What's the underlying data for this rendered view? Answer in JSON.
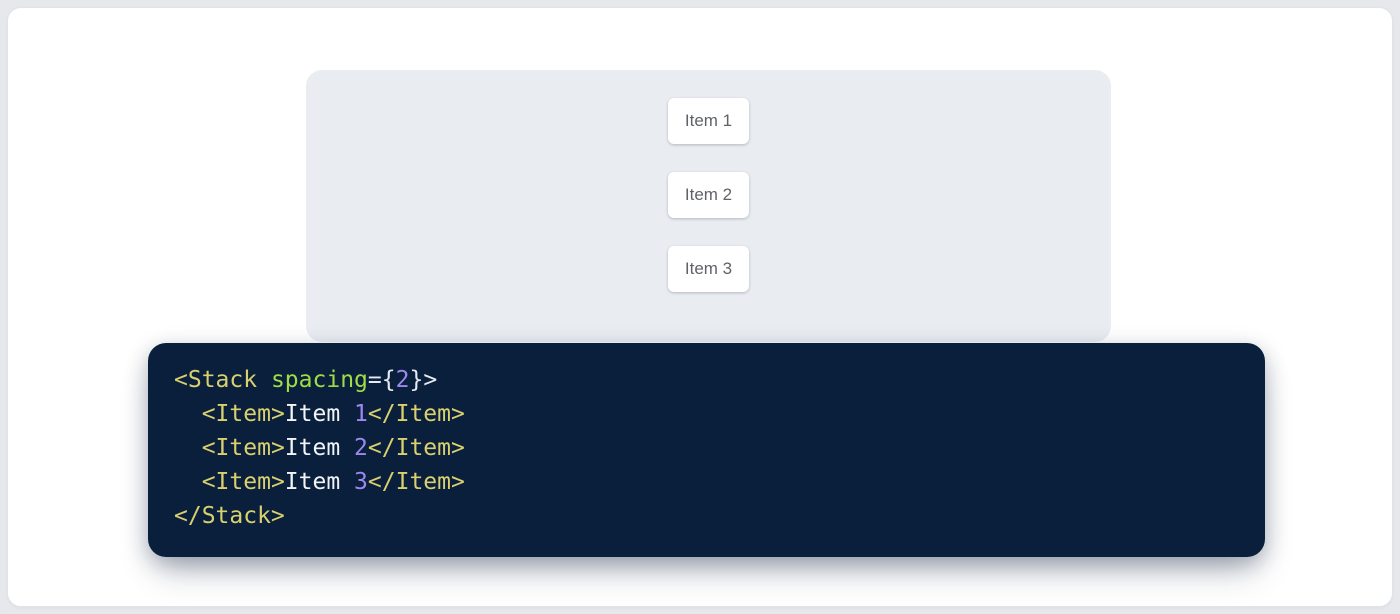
{
  "window": {
    "outer_background": "#e6e8ec",
    "card_background": "#ffffff",
    "card_border": "#e0e4e9"
  },
  "demo": {
    "panel_background": "#e9edf2",
    "item_text_color": "#5f6368",
    "items": [
      {
        "label": "Item 1"
      },
      {
        "label": "Item 2"
      },
      {
        "label": "Item 3"
      }
    ]
  },
  "code": {
    "background": "#0a1f3c",
    "colors": {
      "tag": "#d9d06e",
      "attr": "#a0dd45",
      "punct": "#e6ebf2",
      "number": "#9d87f1",
      "text": "#f2f4f7",
      "plain": "#f2f4f7"
    },
    "lines": [
      [
        {
          "text": "<Stack",
          "type": "tag"
        },
        {
          "text": " ",
          "type": "plain"
        },
        {
          "text": "spacing",
          "type": "attr"
        },
        {
          "text": "=",
          "type": "punct"
        },
        {
          "text": "{",
          "type": "punct"
        },
        {
          "text": "2",
          "type": "number"
        },
        {
          "text": "}",
          "type": "punct"
        },
        {
          "text": ">",
          "type": "punct"
        }
      ],
      [
        {
          "text": "  ",
          "type": "plain"
        },
        {
          "text": "<Item>",
          "type": "tag"
        },
        {
          "text": "Item ",
          "type": "text"
        },
        {
          "text": "1",
          "type": "number"
        },
        {
          "text": "</Item>",
          "type": "tag"
        }
      ],
      [
        {
          "text": "  ",
          "type": "plain"
        },
        {
          "text": "<Item>",
          "type": "tag"
        },
        {
          "text": "Item ",
          "type": "text"
        },
        {
          "text": "2",
          "type": "number"
        },
        {
          "text": "</Item>",
          "type": "tag"
        }
      ],
      [
        {
          "text": "  ",
          "type": "plain"
        },
        {
          "text": "<Item>",
          "type": "tag"
        },
        {
          "text": "Item ",
          "type": "text"
        },
        {
          "text": "3",
          "type": "number"
        },
        {
          "text": "</Item>",
          "type": "tag"
        }
      ],
      [
        {
          "text": "</Stack>",
          "type": "tag"
        }
      ]
    ]
  }
}
